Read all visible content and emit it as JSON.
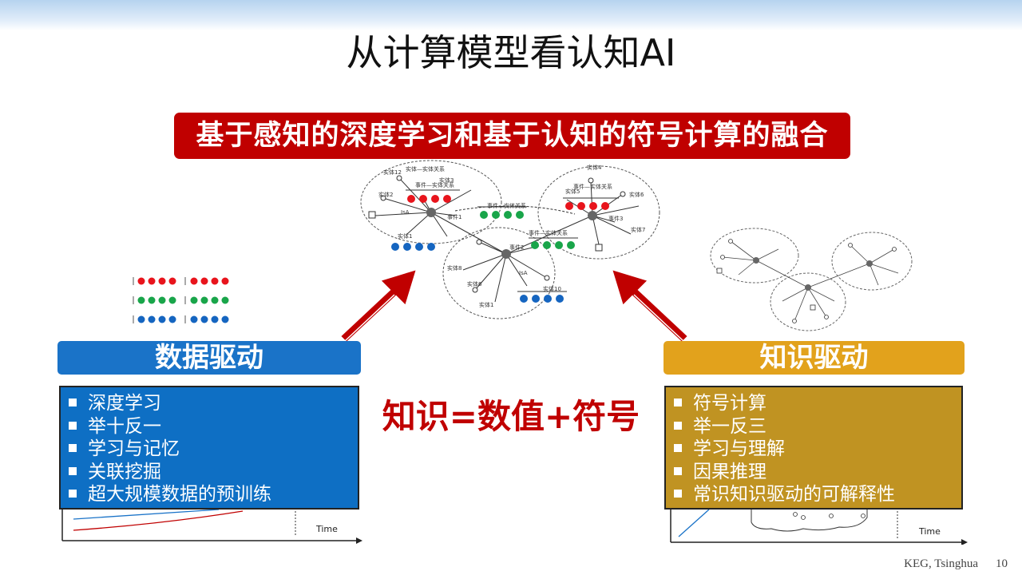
{
  "title": "从计算模型看认知AI",
  "banner": "基于感知的深度学习和基于认知的符号计算的融合",
  "center_formula": "知识=数值+符号",
  "left_panel": {
    "header": "数据驱动",
    "items": [
      "深度学习",
      "举十反一",
      "学习与记忆",
      "关联挖掘",
      "超大规模数据的预训练"
    ],
    "axis_label": "Time"
  },
  "right_panel": {
    "header": "知识驱动",
    "items": [
      "符号计算",
      "举一反三",
      "学习与理解",
      "因果推理",
      "常识知识驱动的可解释性"
    ],
    "axis_label": "Time"
  },
  "graph_labels": {
    "entity1": "实体1",
    "entity2": "实体2",
    "entity3": "实体3",
    "entity4": "实体4",
    "entity5": "实体5",
    "entity6": "实体6",
    "entity7": "实体7",
    "entity8": "实体8",
    "entity10": "实体10",
    "entity12": "实体12",
    "event1": "事件1",
    "event2": "事件2",
    "event3": "事件3",
    "ee_rel": "事件—实体关系",
    "ent_rel": "实体—实体关系",
    "isa": "IsA"
  },
  "colors": {
    "red": "#c00000",
    "blue": "#1a73c8",
    "orange": "#e2a21c",
    "dot_red": "#e8141c",
    "dot_green": "#19a54a",
    "dot_blue": "#1565c0"
  },
  "footer": {
    "credit": "KEG, Tsinghua",
    "page": "10"
  }
}
